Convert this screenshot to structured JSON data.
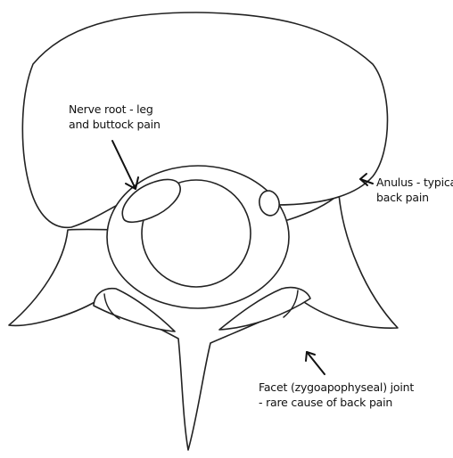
{
  "diagram": {
    "labels": {
      "nerve_root": {
        "line1": "Nerve root - leg",
        "line2": "and buttock pain"
      },
      "anulus": {
        "line1": "Anulus - typical",
        "line2": "back pain"
      },
      "facet": {
        "line1": "Facet (zygoapophyseal) joint",
        "line2": "- rare cause of back pain"
      }
    }
  }
}
